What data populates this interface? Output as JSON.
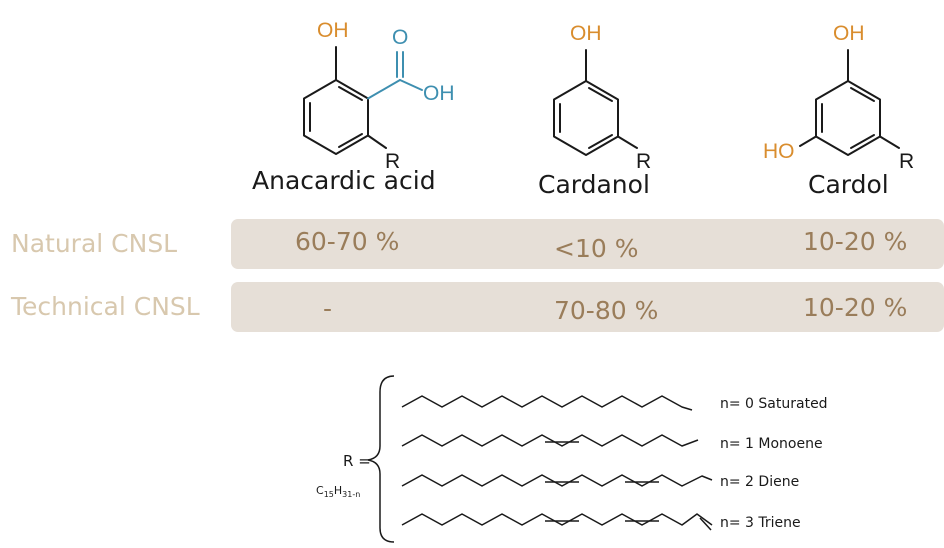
{
  "compounds": [
    {
      "name": "Anacardic acid"
    },
    {
      "name": "Cardanol"
    },
    {
      "name": "Cardol"
    }
  ],
  "atoms": {
    "oh": "OH",
    "o": "O",
    "ho": "HO",
    "r": "R"
  },
  "rows": [
    {
      "label": "Natural CNSL",
      "values": [
        "60-70 %",
        "<10 %",
        "10-20 %"
      ]
    },
    {
      "label": "Technical CNSL",
      "values": [
        "-",
        "70-80 %",
        "10-20 %"
      ]
    }
  ],
  "r_group": {
    "symbol": "R =",
    "formula_main": "C",
    "formula_sub1": "15",
    "formula_mid": "H",
    "formula_sub2": "31-n",
    "chains": [
      {
        "label": "n= 0 Saturated"
      },
      {
        "label": "n= 1 Monoene"
      },
      {
        "label": "n= 2 Diene"
      },
      {
        "label": "n= 3 Triene"
      }
    ]
  },
  "colors": {
    "hydroxyl": "#d98d2e",
    "carboxyl": "#3e8fb0",
    "row_label": "#d8c8ae",
    "row_band": "#e6dfd7",
    "cell_text": "#9a7d5a"
  }
}
